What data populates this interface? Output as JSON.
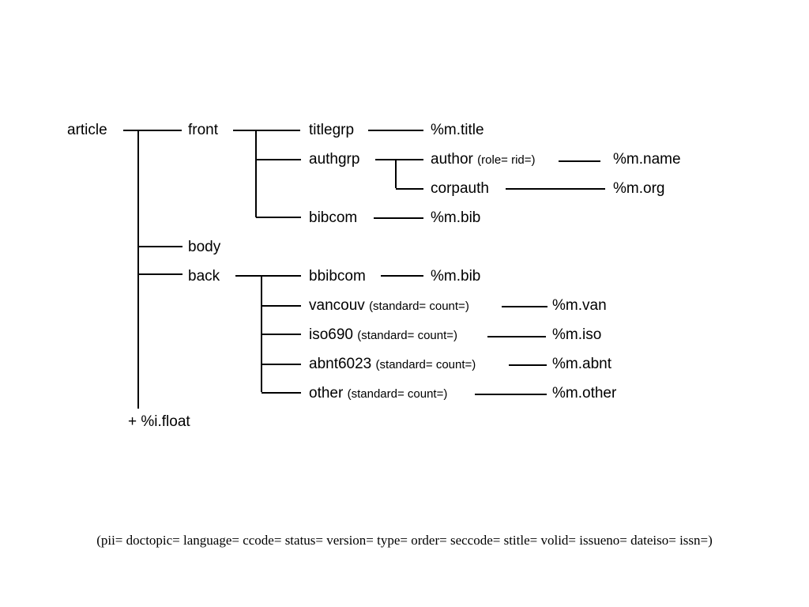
{
  "tree": {
    "article": "article",
    "front": "front",
    "titlegrp": "titlegrp",
    "m_title": "%m.title",
    "authgrp": "authgrp",
    "author": "author",
    "author_attr": "(role= rid=)",
    "m_name": "%m.name",
    "corpauth": "corpauth",
    "m_org": "%m.org",
    "bibcom": "bibcom",
    "m_bib_1": "%m.bib",
    "body": "body",
    "back": "back",
    "bbibcom": "bbibcom",
    "m_bib_2": "%m.bib",
    "vancouv": "vancouv",
    "vancouv_attr": "(standard= count=)",
    "m_van": "%m.van",
    "iso690": "iso690",
    "iso690_attr": "(standard= count=)",
    "m_iso": "%m.iso",
    "abnt6023": "abnt6023",
    "abnt6023_attr": "(standard= count=)",
    "m_abnt": "%m.abnt",
    "other": "other",
    "other_attr": "(standard= count=)",
    "m_other": "%m.other",
    "i_float": "+ %i.float"
  },
  "footer": "(pii= doctopic= language= ccode= status= version= type= order= seccode= stitle= volid= issueno= dateiso= issn=)"
}
